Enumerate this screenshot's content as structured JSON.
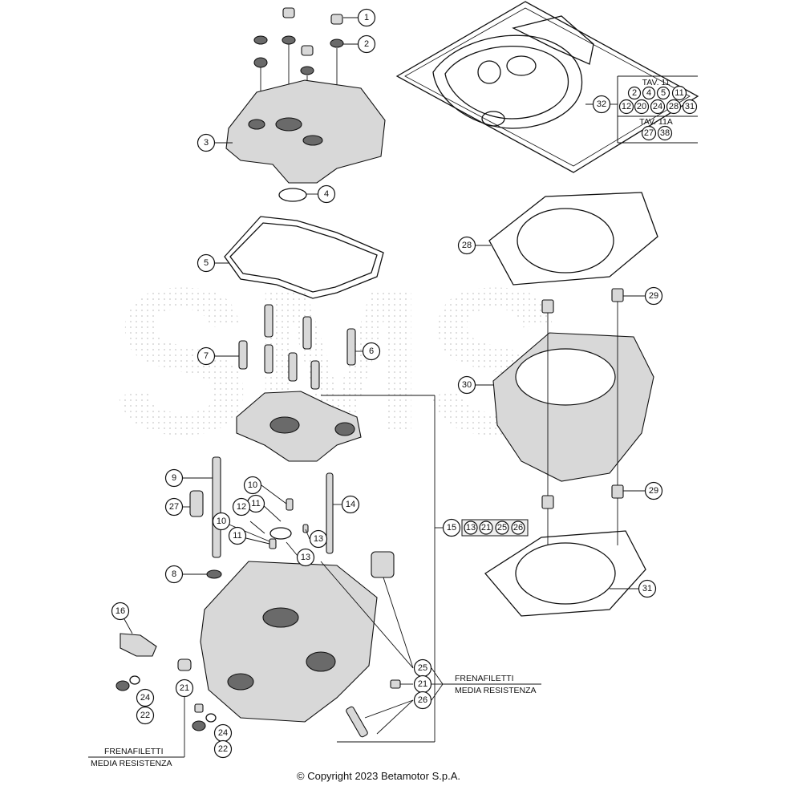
{
  "copyright": "© Copyright 2023 Betamotor S.p.A.",
  "watermark": "SMS",
  "callouts": {
    "c1": "1",
    "c2": "2",
    "c3": "3",
    "c4": "4",
    "c5": "5",
    "c6": "6",
    "c7": "7",
    "c8": "8",
    "c9": "9",
    "c10a": "10",
    "c10b": "10",
    "c11a": "11",
    "c11b": "11",
    "c12": "12",
    "c13a": "13",
    "c13b": "13",
    "c14": "14",
    "c15": "15",
    "c16": "16",
    "c21a": "21",
    "c21b": "21",
    "c22a": "22",
    "c22b": "22",
    "c24a": "24",
    "c24b": "24",
    "c25": "25",
    "c26": "26",
    "c27": "27",
    "c28": "28",
    "c29a": "29",
    "c29b": "29",
    "c30": "30",
    "c31": "31",
    "c32": "32"
  },
  "kit_box": {
    "tav11_label": "TAV. 11",
    "tav11_row1": [
      "2",
      "4",
      "5",
      "11"
    ],
    "tav11_row2": [
      "12",
      "20",
      "24",
      "28",
      "31"
    ],
    "tav11a_label": "TAV. 11A",
    "tav11a_row": [
      "27",
      "38"
    ]
  },
  "group15_items": [
    "13",
    "21",
    "25",
    "26"
  ],
  "threadlock_note": {
    "line1": "FRENAFILETTI",
    "line2": "MEDIA RESISTENZA"
  }
}
